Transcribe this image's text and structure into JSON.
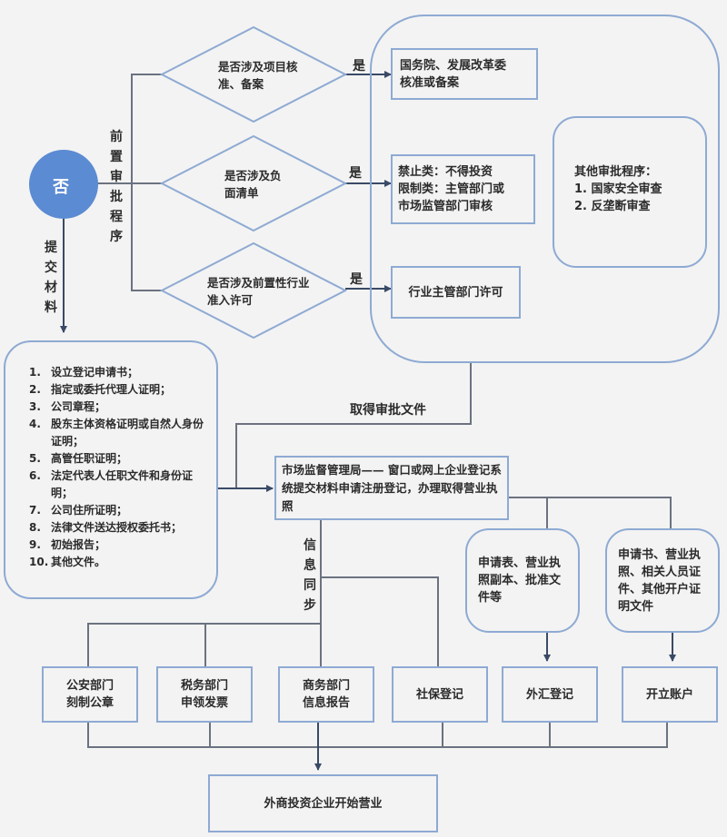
{
  "start_node": {
    "label": "否",
    "color": "#5b8bd2"
  },
  "labels": {
    "pre_approval": "前置审批程序",
    "submit_materials": "提交材料",
    "obtain_approval": "取得审批文件",
    "info_sync": "信息同步",
    "yes": "是"
  },
  "decisions": [
    {
      "text": "是否涉及项目核准、备案"
    },
    {
      "text": "是否涉及负面清单"
    },
    {
      "text": "是否涉及前置性行业准入许可"
    }
  ],
  "approval_results": [
    {
      "lines": [
        "国务院、发展改革委",
        "核准或备案"
      ]
    },
    {
      "lines": [
        "禁止类：不得投资",
        "限制类：主管部门或",
        "市场监管部门审核"
      ]
    },
    {
      "lines": [
        "行业主管部门许可"
      ]
    }
  ],
  "other_approval": {
    "title": "其他审批程序：",
    "items": [
      "1. 国家安全审查",
      "2. 反垄断审查"
    ]
  },
  "materials": [
    {
      "n": "1.",
      "t": "设立登记申请书；"
    },
    {
      "n": "2.",
      "t": "指定或委托代理人证明；"
    },
    {
      "n": "3.",
      "t": "公司章程；"
    },
    {
      "n": "4.",
      "t": "股东主体资格证明或自然人身份证明；"
    },
    {
      "n": "5.",
      "t": "高管任职证明；"
    },
    {
      "n": "6.",
      "t": "法定代表人任职文件和身份证明；"
    },
    {
      "n": "7.",
      "t": "公司住所证明；"
    },
    {
      "n": "8.",
      "t": "法律文件送达授权委托书；"
    },
    {
      "n": "9.",
      "t": "初始报告；"
    },
    {
      "n": "10.",
      "t": "其他文件。"
    }
  ],
  "market_bureau": "市场监督管理局—— 窗口或网上企业登记系统提交材料申请注册登记，办理取得营业执照",
  "forex_docs": "申请表、营业执照副本、批准文件等",
  "bank_docs": "申请书、营业执照、相关人员证件、其他开户证明文件",
  "departments": [
    {
      "lines": [
        "公安部门",
        "刻制公章"
      ]
    },
    {
      "lines": [
        "税务部门",
        "申领发票"
      ]
    },
    {
      "lines": [
        "商务部门",
        "信息报告"
      ]
    },
    {
      "lines": [
        "社保登记"
      ]
    },
    {
      "lines": [
        "外汇登记"
      ]
    },
    {
      "lines": [
        "开立账户"
      ]
    }
  ],
  "final": "外商投资企业开始营业"
}
